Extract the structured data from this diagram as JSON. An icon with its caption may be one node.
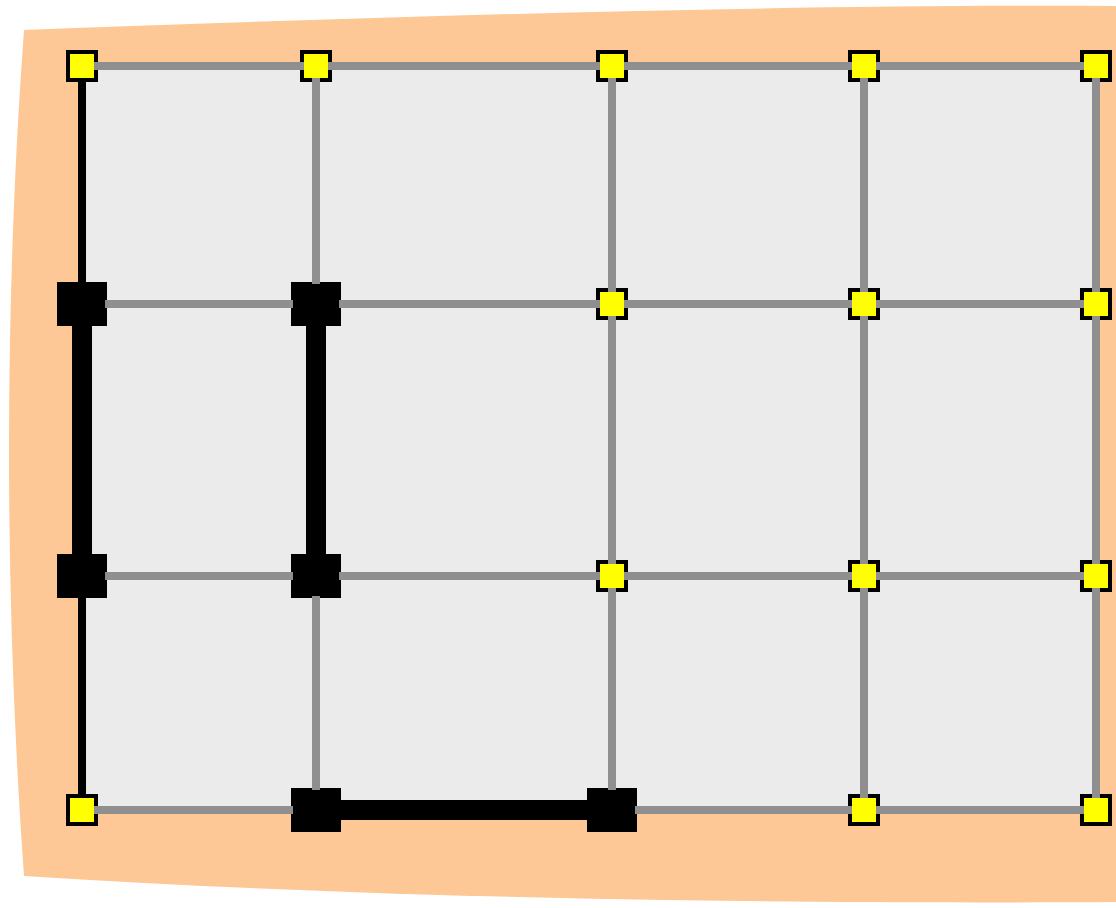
{
  "diagram": {
    "nodes": [
      {
        "text": [],
        "shape": "box"
      },
      {
        "text": [],
        "shape": "box"
      },
      {
        "text": [],
        "shape": "box"
      },
      {
        "text": [],
        "shape": "box"
      },
      {
        "text": [],
        "shape": "box"
      },
      {
        "text": [],
        "shape": "block"
      },
      {
        "text": [],
        "shape": "block"
      },
      {
        "text": [],
        "shape": "box"
      },
      {
        "text": [],
        "shape": "box"
      },
      {
        "text": [],
        "shape": "box"
      },
      {
        "text": [],
        "shape": "block"
      },
      {
        "text": [],
        "shape": "block"
      },
      {
        "text": [],
        "shape": "box"
      },
      {
        "text": [],
        "shape": "box"
      },
      {
        "text": [],
        "shape": "box"
      },
      {
        "text": [],
        "shape": "box"
      },
      {
        "text": [],
        "shape": "block"
      },
      {
        "text": [],
        "shape": "block"
      },
      {
        "text": [],
        "shape": "box"
      },
      {
        "text": [],
        "shape": "box"
      }
    ],
    "edges": [
      {
        "from": 0,
        "to": 1,
        "arrow": "none"
      },
      {
        "from": 1,
        "to": 2,
        "arrow": "none"
      },
      {
        "from": 2,
        "to": 3,
        "arrow": "none"
      },
      {
        "from": 3,
        "to": 4,
        "arrow": "none"
      },
      {
        "from": 5,
        "to": 6,
        "arrow": "none"
      },
      {
        "from": 6,
        "to": 7,
        "arrow": "none"
      },
      {
        "from": 7,
        "to": 8,
        "arrow": "none"
      },
      {
        "from": 8,
        "to": 9,
        "arrow": "none"
      },
      {
        "from": 10,
        "to": 11,
        "arrow": "none"
      },
      {
        "from": 11,
        "to": 12,
        "arrow": "none"
      },
      {
        "from": 12,
        "to": 13,
        "arrow": "none"
      },
      {
        "from": 13,
        "to": 14,
        "arrow": "none"
      },
      {
        "from": 15,
        "to": 16,
        "arrow": "none"
      },
      {
        "from": 16,
        "to": 17,
        "arrow": "none",
        "style": "thick",
        "color": "#000000"
      },
      {
        "from": 17,
        "to": 18,
        "arrow": "none"
      },
      {
        "from": 18,
        "to": 19,
        "arrow": "none"
      },
      {
        "from": 0,
        "to": 5,
        "arrow": "none",
        "color": "#000000"
      },
      {
        "from": 5,
        "to": 10,
        "arrow": "none",
        "style": "thick",
        "color": "#000000"
      },
      {
        "from": 10,
        "to": 15,
        "arrow": "none",
        "color": "#000000"
      },
      {
        "from": 1,
        "to": 6,
        "arrow": "none"
      },
      {
        "from": 6,
        "to": 11,
        "arrow": "none",
        "style": "thick",
        "color": "#000000"
      },
      {
        "from": 11,
        "to": 16,
        "arrow": "none"
      },
      {
        "from": 2,
        "to": 7,
        "arrow": "none"
      },
      {
        "from": 7,
        "to": 12,
        "arrow": "none"
      },
      {
        "from": 12,
        "to": 17,
        "arrow": "none"
      },
      {
        "from": 3,
        "to": 8,
        "arrow": "none"
      },
      {
        "from": 8,
        "to": 13,
        "arrow": "none"
      },
      {
        "from": 13,
        "to": 18,
        "arrow": "none"
      },
      {
        "from": 4,
        "to": 9,
        "arrow": "none"
      },
      {
        "from": 9,
        "to": 14,
        "arrow": "none"
      },
      {
        "from": 14,
        "to": 19,
        "arrow": "none"
      }
    ]
  }
}
